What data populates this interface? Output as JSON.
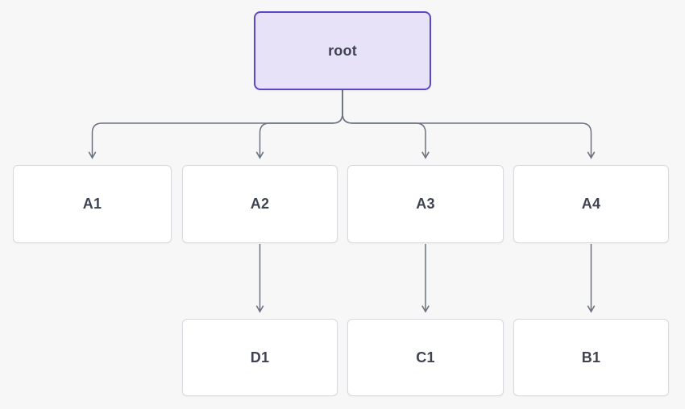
{
  "diagram": {
    "type": "tree",
    "nodes": [
      {
        "id": "root",
        "label": "root",
        "kind": "root"
      },
      {
        "id": "A1",
        "label": "A1",
        "kind": "child"
      },
      {
        "id": "A2",
        "label": "A2",
        "kind": "child"
      },
      {
        "id": "A3",
        "label": "A3",
        "kind": "child"
      },
      {
        "id": "A4",
        "label": "A4",
        "kind": "child"
      },
      {
        "id": "D1",
        "label": "D1",
        "kind": "grandchild"
      },
      {
        "id": "C1",
        "label": "C1",
        "kind": "grandchild"
      },
      {
        "id": "B1",
        "label": "B1",
        "kind": "grandchild"
      }
    ],
    "edges": [
      {
        "from": "root",
        "to": "A1"
      },
      {
        "from": "root",
        "to": "A2"
      },
      {
        "from": "root",
        "to": "A3"
      },
      {
        "from": "root",
        "to": "A4"
      },
      {
        "from": "A2",
        "to": "D1"
      },
      {
        "from": "A3",
        "to": "C1"
      },
      {
        "from": "A4",
        "to": "B1"
      }
    ],
    "colors": {
      "background": "#f7f7f8",
      "root_fill": "#e7e2f8",
      "root_border": "#5a48c8",
      "node_fill": "#ffffff",
      "node_border": "#d9d9de",
      "edge": "#6b7280",
      "text": "#3f4350"
    }
  }
}
